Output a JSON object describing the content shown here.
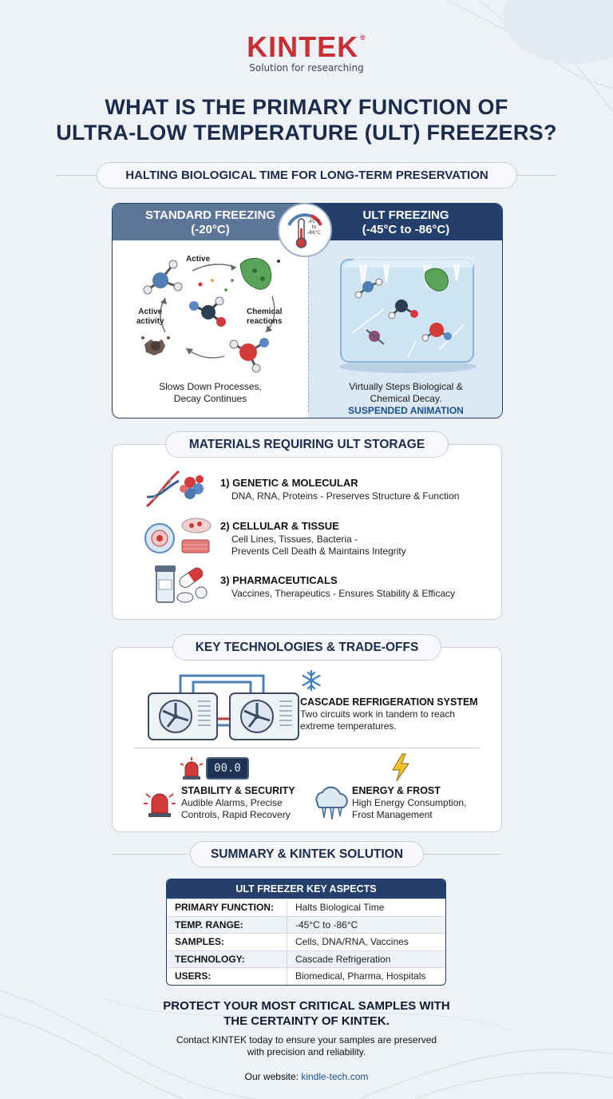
{
  "brand": {
    "name": "KINTEK",
    "registered": "®",
    "tagline": "Solution for researching"
  },
  "title_line1": "WHAT IS THE PRIMARY FUNCTION OF",
  "title_line2": "ULTRA-LOW TEMPERATURE (ULT) FREEZERS?",
  "subtitle": "HALTING BIOLOGICAL TIME FOR LONG-TERM PRESERVATION",
  "comparison": {
    "left": {
      "title": "STANDARD FREEZING",
      "temp": "(-20°C)",
      "label_active": "Active",
      "label_active_activity_1": "Active",
      "label_active_activity_2": "activity",
      "label_chemical_1": "Chemical",
      "label_chemical_2": "reactions",
      "caption_1": "Slows Down Processes,",
      "caption_2": "Decay Continues"
    },
    "right": {
      "title": "ULT FREEZING",
      "temp": "(-45°C to -86°C)",
      "caption_1": "Virtually Steps Biological &",
      "caption_2": "Chemical Decay.",
      "caption_accent": "SUSPENDED ANIMATION"
    },
    "thermometer_icon": "thermometer-icon",
    "thermometer_text_1": "-45°C",
    "thermometer_text_2": "to",
    "thermometer_text_3": "-86°C"
  },
  "materials": {
    "heading": "MATERIALS REQUIRING ULT STORAGE",
    "items": [
      {
        "title": "1) GENETIC & MOLECULAR",
        "desc_1": "DNA, RNA, Proteins - Preserves Structure & Function",
        "desc_2": "",
        "icon": "dna-icon"
      },
      {
        "title": "2) CELLULAR & TISSUE",
        "desc_1": "Cell Lines, Tissues, Bacteria -",
        "desc_2": "Prevents Cell Death & Maintains Integrity",
        "icon": "cell-icon"
      },
      {
        "title": "3) PHARMACEUTICALS",
        "desc_1": "Vaccines, Therapeutics - Ensures Stability & Efficacy",
        "desc_2": "",
        "icon": "vial-pill-icon"
      }
    ]
  },
  "technologies": {
    "heading": "KEY TECHNOLOGIES & TRADE-OFFS",
    "cascade_title": "CASCADE REFRIGERATION SYSTEM",
    "cascade_desc_1": "Two circuits work in tandem to reach",
    "cascade_desc_2": "extreme temperatures.",
    "display_readout": "00.0",
    "stability_title": "STABILITY & SECURITY",
    "stability_desc_1": "Audible Alarms, Precise",
    "stability_desc_2": "Controls, Rapid Recovery",
    "energy_title": "ENERGY & FROST",
    "energy_desc_1": "High Energy Consumption,",
    "energy_desc_2": "Frost Management"
  },
  "summary": {
    "heading": "SUMMARY & KINTEK SOLUTION",
    "table_title": "ULT FREEZER KEY ASPECTS",
    "rows": [
      {
        "key": "PRIMARY FUNCTION:",
        "value": "Halts Biological Time"
      },
      {
        "key": "TEMP. RANGE:",
        "value": "-45°C to -86°C"
      },
      {
        "key": "SAMPLES:",
        "value": "Cells, DNA/RNA, Vaccines"
      },
      {
        "key": "TECHNOLOGY:",
        "value": "Cascade Refrigeration"
      },
      {
        "key": "USERS:",
        "value": "Biomedical, Pharma, Hospitals"
      }
    ]
  },
  "cta": {
    "title_1": "PROTECT YOUR MOST CRITICAL SAMPLES WITH",
    "title_2": "THE CERTAINTY OF KINTEK.",
    "text_1": "Contact KINTEK today to ensure your samples are preserved",
    "text_2": "with precision and reliability.",
    "website_label": "Our website:",
    "website_url": "kindle-tech.com"
  },
  "colors": {
    "brand_red": "#c62f35",
    "navy": "#243f6b",
    "slate": "#5c7598",
    "ice": "#dbe8f3"
  }
}
